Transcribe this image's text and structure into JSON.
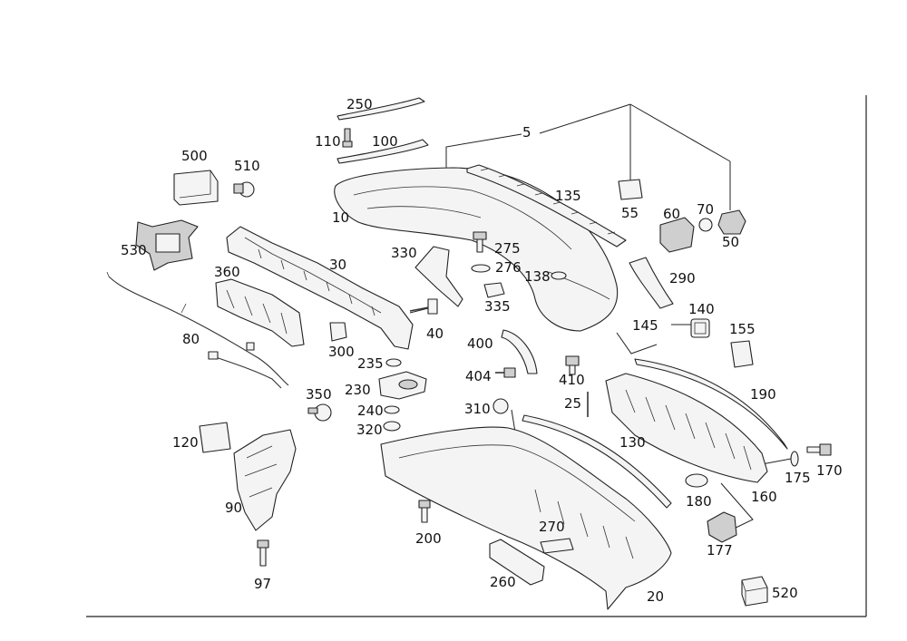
{
  "diagram": {
    "callouts": [
      "5",
      "10",
      "20",
      "25",
      "30",
      "40",
      "50",
      "55",
      "60",
      "70",
      "80",
      "90",
      "97",
      "100",
      "110",
      "120",
      "130",
      "135",
      "138",
      "140",
      "145",
      "155",
      "160",
      "170",
      "175",
      "177",
      "180",
      "190",
      "200",
      "230",
      "235",
      "240",
      "250",
      "260",
      "270",
      "275",
      "276",
      "290",
      "300",
      "310",
      "320",
      "330",
      "335",
      "350",
      "360",
      "400",
      "404",
      "410",
      "500",
      "510",
      "520",
      "530"
    ]
  }
}
